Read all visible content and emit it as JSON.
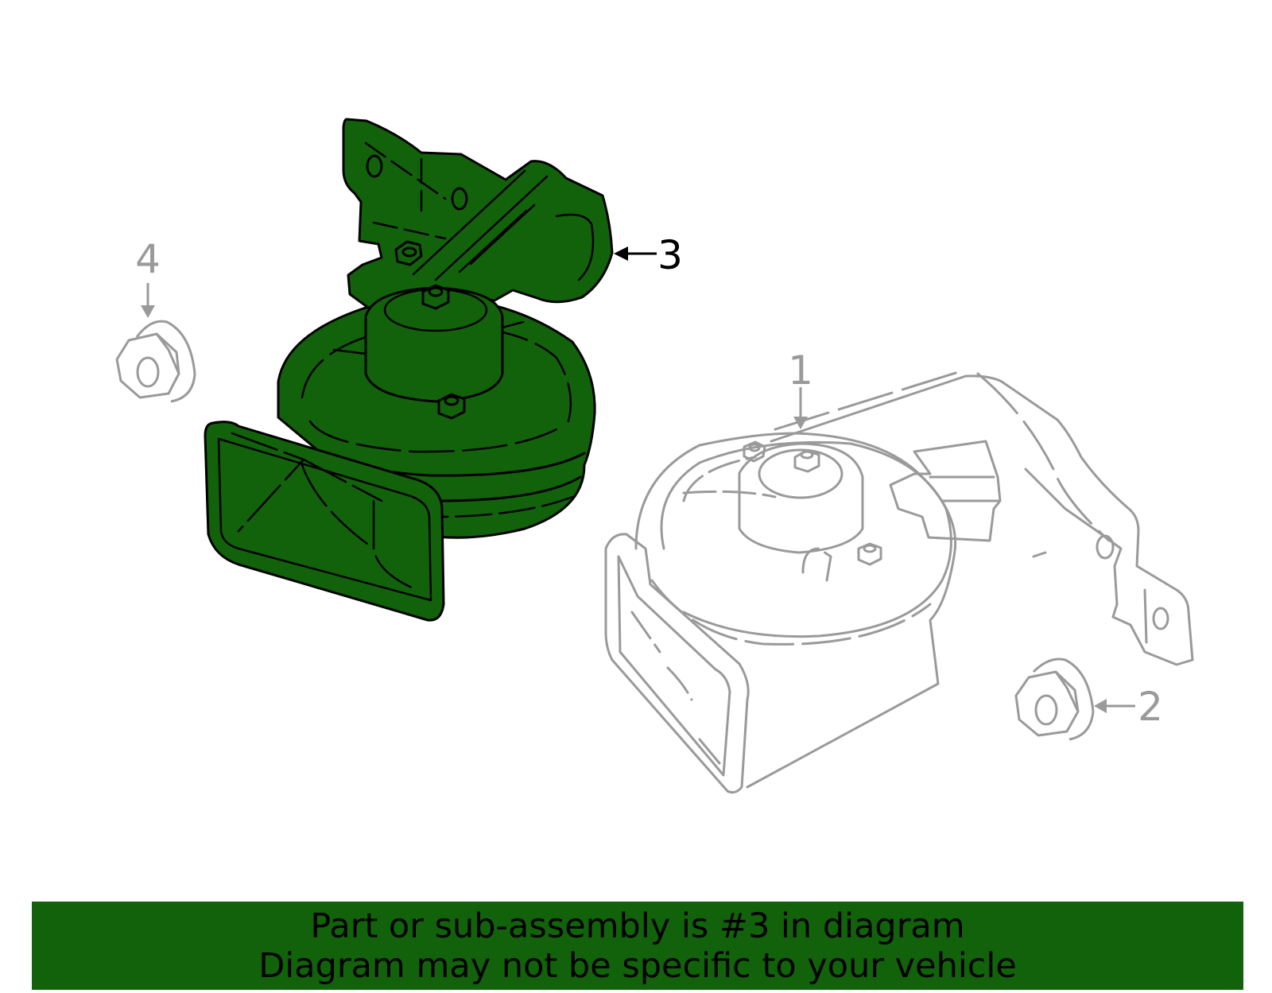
{
  "diagram": {
    "callouts": [
      {
        "id": "1",
        "label": "1",
        "highlighted": false
      },
      {
        "id": "2",
        "label": "2",
        "highlighted": false
      },
      {
        "id": "3",
        "label": "3",
        "highlighted": true
      },
      {
        "id": "4",
        "label": "4",
        "highlighted": false
      }
    ],
    "colors": {
      "highlight_fill": "#12620b",
      "highlight_outline": "#000000",
      "ghost_outline": "#9a9a9a",
      "callout_active": "#000000",
      "callout_inactive": "#9a9a9a"
    }
  },
  "banner": {
    "line1": "Part or sub-assembly is #3 in diagram",
    "line2": "Diagram may not be specific to your vehicle",
    "background": "#12620b"
  }
}
